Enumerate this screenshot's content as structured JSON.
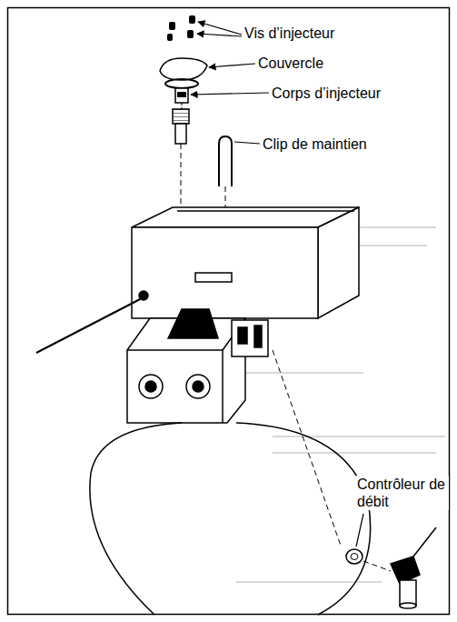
{
  "diagram": {
    "labels": [
      "Vis d’injecteur",
      "Couvercle",
      "Corps d’injecteur",
      "Clip de maintien",
      "Contrôleur de débit"
    ]
  }
}
